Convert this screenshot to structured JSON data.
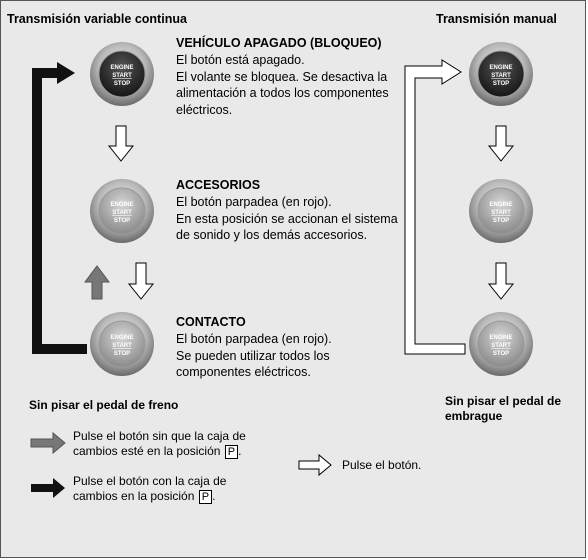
{
  "headers": {
    "cvt": "Transmisión variable continua",
    "manual": "Transmisión manual"
  },
  "button_labels": {
    "line1": "ENGINE",
    "line2": "START",
    "line3": "STOP"
  },
  "states": [
    {
      "title": "VEHÍCULO APAGADO (BLOQUEO)",
      "description": "El botón está apagado.\nEl volante se bloquea. Se desactiva la\nalimentación a todos los componentes\neléctricos."
    },
    {
      "title": "ACCESORIOS",
      "description": "El botón parpadea (en rojo).\nEn esta posición se accionan el sistema\nde sonido y los demás accesorios."
    },
    {
      "title": "CONTACTO",
      "description": "El botón parpadea (en rojo).\nSe pueden utilizar todos los\ncomponentes eléctricos."
    }
  ],
  "captions": {
    "cvt": "Sin pisar el pedal de freno",
    "manual_line1": "Sin pisar el pedal de",
    "manual_line2": "embrague"
  },
  "legend": {
    "gray_line1": "Pulse el botón sin que la caja de",
    "gray_line2": "cambios esté en la posición",
    "black_line1": "Pulse el botón con la caja de",
    "black_line2": "cambios en la posición",
    "gear": "P",
    "white": "Pulse el botón."
  },
  "colors": {
    "background": "#e9e9e9",
    "gray_arrow": "#777777",
    "black_arrow": "#111111",
    "white_arrow": "#ffffff"
  }
}
